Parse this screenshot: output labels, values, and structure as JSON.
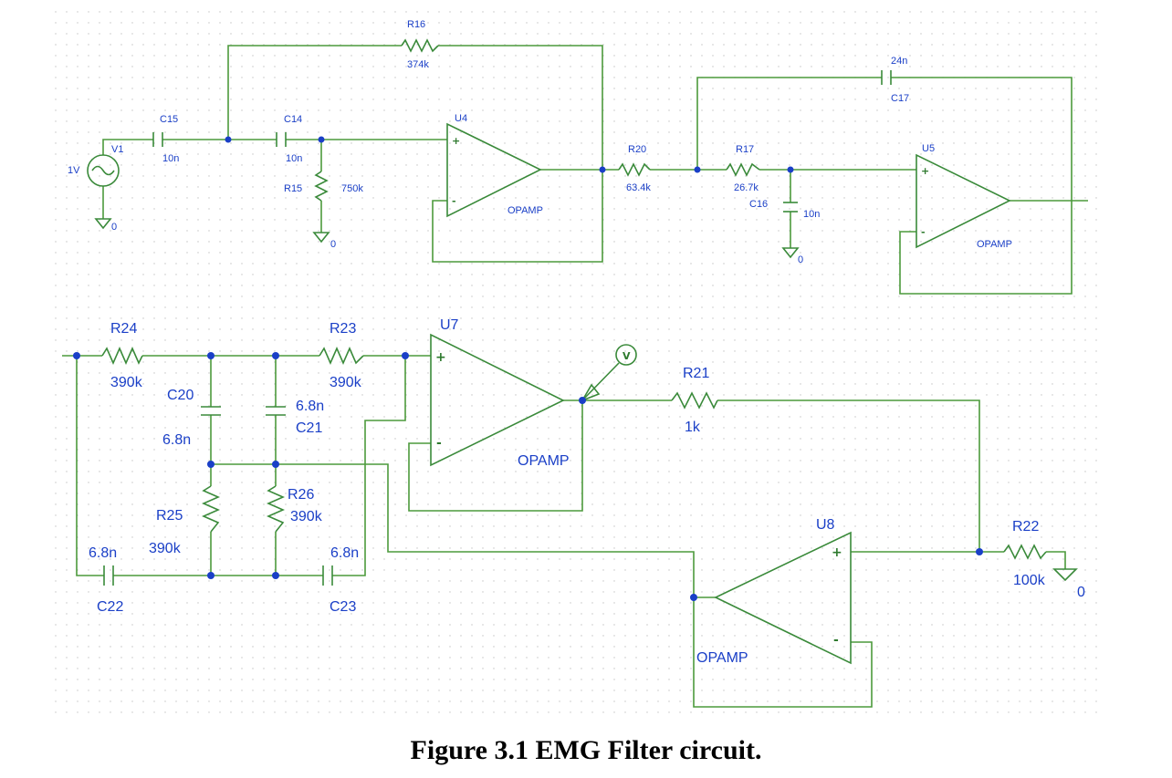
{
  "caption": "Figure 3.1 EMG Filter circuit.",
  "colors": {
    "wire": "#4c9a3c",
    "label": "#1a3fc7",
    "junction": "#1a3fc7",
    "background": "#ffffff"
  },
  "source": {
    "name": "V1",
    "value": "1V"
  },
  "ground_label": "0",
  "probe_label": "V",
  "components": {
    "R16": {
      "name": "R16",
      "value": "374k"
    },
    "C15": {
      "name": "C15",
      "value": "10n"
    },
    "C14": {
      "name": "C14",
      "value": "10n"
    },
    "R15": {
      "name": "R15",
      "value": "750k"
    },
    "U4": {
      "name": "U4",
      "type": "OPAMP"
    },
    "R20": {
      "name": "R20",
      "value": "63.4k"
    },
    "R17": {
      "name": "R17",
      "value": "26.7k"
    },
    "C16": {
      "name": "C16",
      "value": "10n"
    },
    "C17": {
      "name": "C17",
      "value": "24n"
    },
    "U5": {
      "name": "U5",
      "type": "OPAMP"
    },
    "R24": {
      "name": "R24",
      "value": "390k"
    },
    "R23": {
      "name": "R23",
      "value": "390k"
    },
    "C20": {
      "name": "C20",
      "value": "6.8n"
    },
    "C21": {
      "name": "C21",
      "value": "6.8n"
    },
    "R25": {
      "name": "R25",
      "value": "390k"
    },
    "R26": {
      "name": "R26",
      "value": "390k"
    },
    "C22": {
      "name": "C22",
      "value": "6.8n"
    },
    "C23": {
      "name": "C23",
      "value": "6.8n"
    },
    "U7": {
      "name": "U7",
      "type": "OPAMP"
    },
    "R21": {
      "name": "R21",
      "value": "1k"
    },
    "U8": {
      "name": "U8",
      "type": "OPAMP"
    },
    "R22": {
      "name": "R22",
      "value": "100k"
    }
  }
}
